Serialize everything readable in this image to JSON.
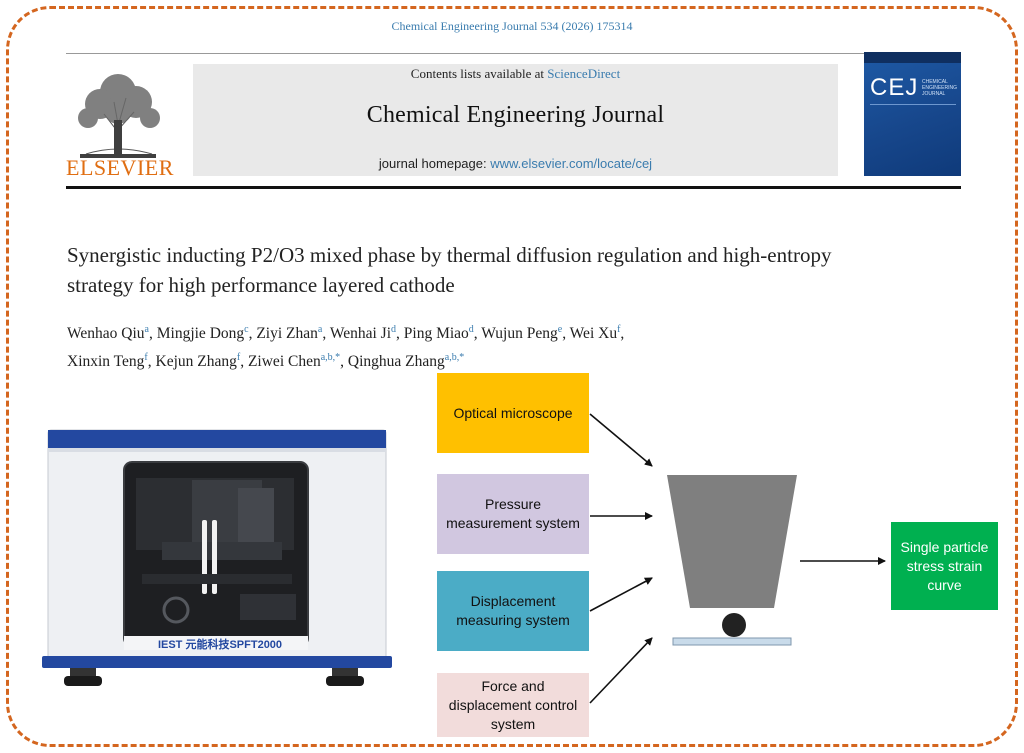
{
  "journal": {
    "citation": "Chemical Engineering Journal 534 (2026) 175314",
    "contents_prefix": "Contents lists available at ",
    "contents_link": "ScienceDirect",
    "title": "Chemical Engineering Journal",
    "homepage_prefix": "journal homepage: ",
    "homepage_link": "www.elsevier.com/locate/cej",
    "publisher": "ELSEVIER",
    "cover_abbr": "CEJ",
    "cover_subtitle": "CHEMICAL ENGINEERING JOURNAL"
  },
  "article": {
    "title": "Synergistic inducting P2/O3 mixed phase by thermal diffusion regulation and high-entropy strategy for high performance layered cathode",
    "authors": [
      {
        "name": "Wenhao Qiu",
        "aff": "a"
      },
      {
        "name": "Mingjie Dong",
        "aff": "c"
      },
      {
        "name": "Ziyi Zhan",
        "aff": "a"
      },
      {
        "name": "Wenhai Ji",
        "aff": "d"
      },
      {
        "name": "Ping Miao",
        "aff": "d"
      },
      {
        "name": "Wujun Peng",
        "aff": "e"
      },
      {
        "name": "Wei Xu",
        "aff": "f"
      },
      {
        "name": "Xinxin Teng",
        "aff": "f"
      },
      {
        "name": "Kejun Zhang",
        "aff": "f"
      },
      {
        "name": "Ziwei Chen",
        "aff": "a,b,*"
      },
      {
        "name": "Qinghua Zhang",
        "aff": "a,b,*"
      }
    ]
  },
  "instrument": {
    "label": "IEST 元能科技SPFT2000"
  },
  "diagram": {
    "boxes": {
      "optical": "Optical microscope",
      "pressure": "Pressure measurement system",
      "displacement": "Displacement measuring system",
      "force": "Force and displacement control system",
      "output": "Single particle stress strain curve"
    }
  },
  "colors": {
    "frame": "#d4661f",
    "elsevier_orange": "#e06e12",
    "link_blue": "#3a7cae",
    "optical": "#ffc000",
    "pressure": "#d1c7e0",
    "displacement": "#4bacc6",
    "force": "#f2dcdb",
    "output": "#00b050",
    "indenter": "#808080"
  }
}
